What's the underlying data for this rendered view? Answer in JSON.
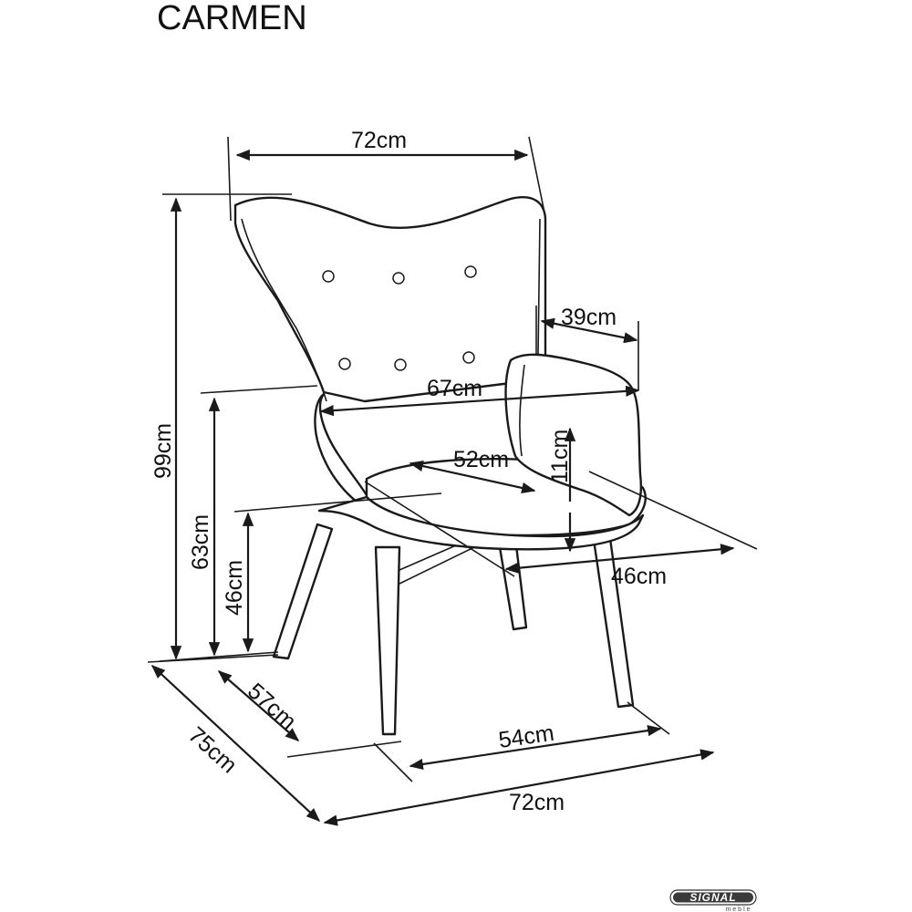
{
  "title": "CARMEN",
  "dimensions": {
    "top_width": "72cm",
    "total_height": "99cm",
    "armrest_depth": "39cm",
    "arm_width": "67cm",
    "seat_depth": "52cm",
    "armrest_height_above_seat": "11cm",
    "armrest_height": "63cm",
    "seat_height": "46cm",
    "seat_width": "46cm",
    "leg_depth": "57cm",
    "leg_width": "54cm",
    "base_depth": "75cm",
    "base_width": "72cm"
  },
  "logo": {
    "name": "SIGNAL",
    "sub": "meble"
  }
}
